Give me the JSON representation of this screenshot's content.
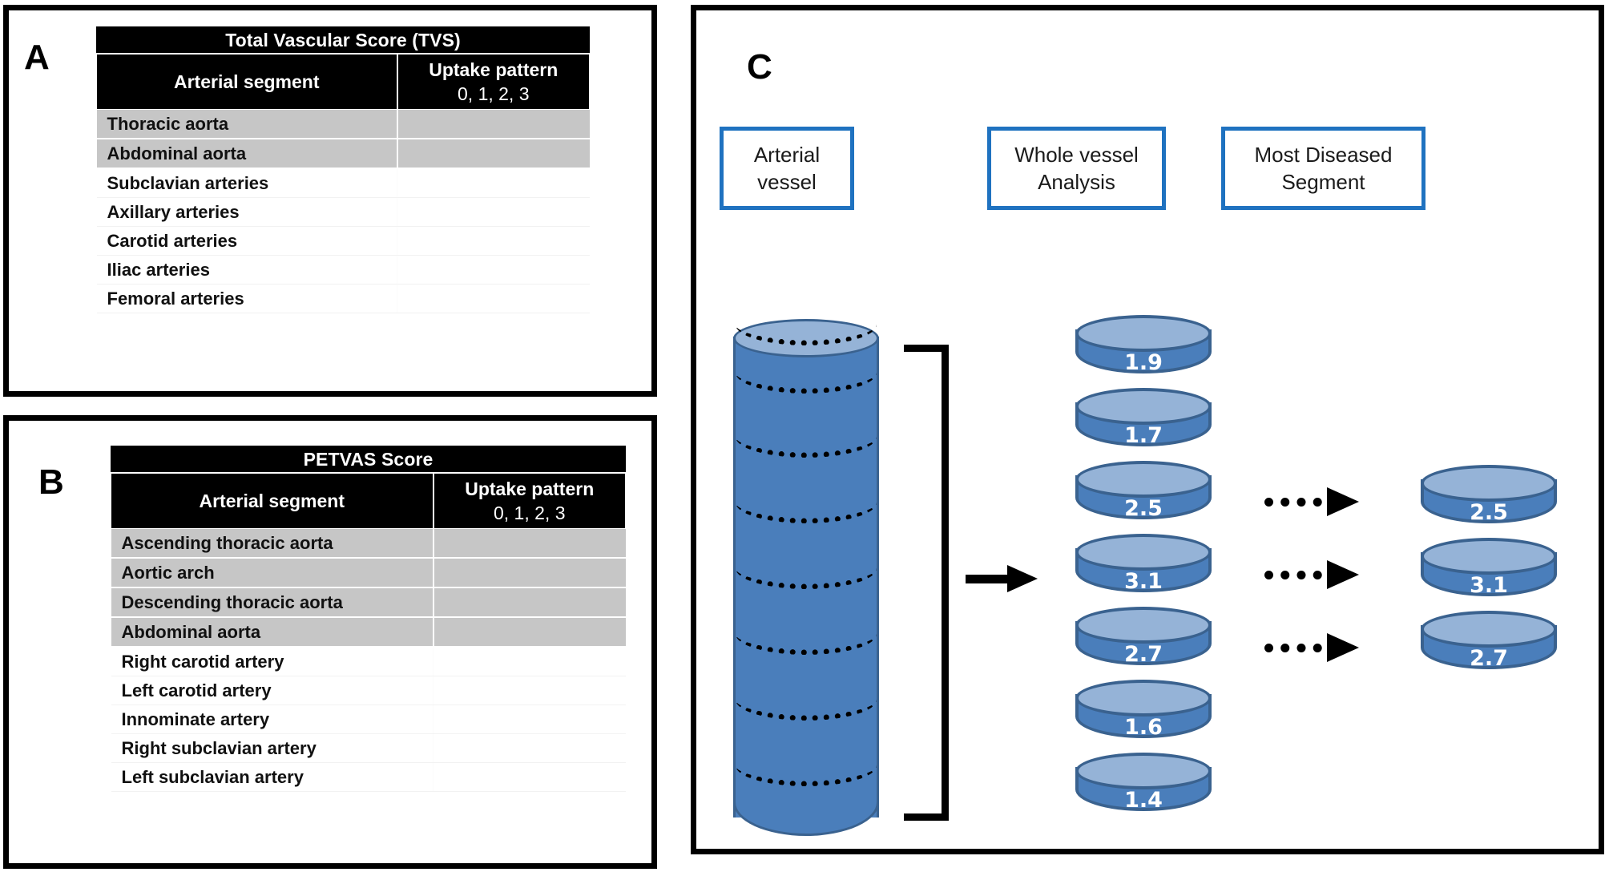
{
  "figure": {
    "panel_a_letter": "A",
    "panel_b_letter": "B",
    "panel_c_letter": "C"
  },
  "colors": {
    "header_bg": "#000000",
    "header_text": "#ffffff",
    "shaded_row": "#c6c6c6",
    "box_border_blue": "#1f72c0",
    "disc_body_blue": "#4a7ebb",
    "disc_top_blue": "#95b3d7",
    "disc_outline_blue": "#3a628f"
  },
  "table_a": {
    "title": "Total Vascular Score (TVS)",
    "col_headers": {
      "segment": "Arterial segment",
      "uptake_line1": "Uptake pattern",
      "uptake_line2": "0, 1, 2, 3"
    },
    "rows": [
      {
        "segment": "Thoracic aorta",
        "value": "",
        "shaded": true
      },
      {
        "segment": "Abdominal aorta",
        "value": "",
        "shaded": true
      },
      {
        "segment": "Subclavian arteries",
        "value": "",
        "shaded": false
      },
      {
        "segment": "Axillary arteries",
        "value": "",
        "shaded": false
      },
      {
        "segment": "Carotid arteries",
        "value": "",
        "shaded": false
      },
      {
        "segment": "Iliac arteries",
        "value": "",
        "shaded": false
      },
      {
        "segment": "Femoral arteries",
        "value": "",
        "shaded": false
      }
    ]
  },
  "table_b": {
    "title": "PETVAS  Score",
    "col_headers": {
      "segment": "Arterial segment",
      "uptake_line1": "Uptake pattern",
      "uptake_line2": "0, 1, 2, 3"
    },
    "rows": [
      {
        "segment": "Ascending thoracic aorta",
        "value": "",
        "shaded": true
      },
      {
        "segment": "Aortic arch",
        "value": "",
        "shaded": true
      },
      {
        "segment": "Descending thoracic aorta",
        "value": "",
        "shaded": true
      },
      {
        "segment": "Abdominal aorta",
        "value": "",
        "shaded": true
      },
      {
        "segment": "Right carotid artery",
        "value": "",
        "shaded": false
      },
      {
        "segment": "Left carotid artery",
        "value": "",
        "shaded": false
      },
      {
        "segment": "Innominate artery",
        "value": "",
        "shaded": false
      },
      {
        "segment": "Right subclavian artery",
        "value": "",
        "shaded": false
      },
      {
        "segment": "Left subclavian artery",
        "value": "",
        "shaded": false
      }
    ]
  },
  "panel_c": {
    "boxes": {
      "arterial_vessel": {
        "line1": "Arterial",
        "line2": "vessel"
      },
      "whole_vessel": {
        "line1": "Whole vessel",
        "line2": "Analysis"
      },
      "most_diseased": {
        "line1": "Most Diseased",
        "line2": "Segment"
      }
    },
    "whole_vessel_values": [
      "1.9",
      "1.7",
      "2.5",
      "3.1",
      "2.7",
      "1.6",
      "1.4"
    ],
    "most_diseased_values": [
      "2.5",
      "3.1",
      "2.7"
    ]
  },
  "chart_data": {
    "type": "diagram",
    "title": "Vascular uptake scoring schema",
    "panels": [
      {
        "id": "A",
        "kind": "table",
        "title": "Total Vascular Score (TVS)",
        "columns": [
          "Arterial segment",
          "Uptake pattern 0, 1, 2, 3"
        ],
        "rows": [
          [
            "Thoracic aorta",
            ""
          ],
          [
            "Abdominal aorta",
            ""
          ],
          [
            "Subclavian arteries",
            ""
          ],
          [
            "Axillary arteries",
            ""
          ],
          [
            "Carotid arteries",
            ""
          ],
          [
            "Iliac arteries",
            ""
          ],
          [
            "Femoral arteries",
            ""
          ]
        ]
      },
      {
        "id": "B",
        "kind": "table",
        "title": "PETVAS  Score",
        "columns": [
          "Arterial segment",
          "Uptake pattern 0, 1, 2, 3"
        ],
        "rows": [
          [
            "Ascending thoracic aorta",
            ""
          ],
          [
            "Aortic arch",
            ""
          ],
          [
            "Descending thoracic aorta",
            ""
          ],
          [
            "Abdominal aorta",
            ""
          ],
          [
            "Right carotid artery",
            ""
          ],
          [
            "Left carotid artery",
            ""
          ],
          [
            "Innominate artery",
            ""
          ],
          [
            "Right subclavian artery",
            ""
          ],
          [
            "Left subclavian artery",
            ""
          ]
        ]
      },
      {
        "id": "C",
        "kind": "schematic",
        "stages": [
          "Arterial vessel",
          "Whole vessel Analysis",
          "Most Diseased Segment"
        ],
        "whole_vessel_segment_values": [
          1.9,
          1.7,
          2.5,
          3.1,
          2.7,
          1.6,
          1.4
        ],
        "most_diseased_segment_values": [
          2.5,
          3.1,
          2.7
        ],
        "n_vessel_slices": 8
      }
    ]
  }
}
